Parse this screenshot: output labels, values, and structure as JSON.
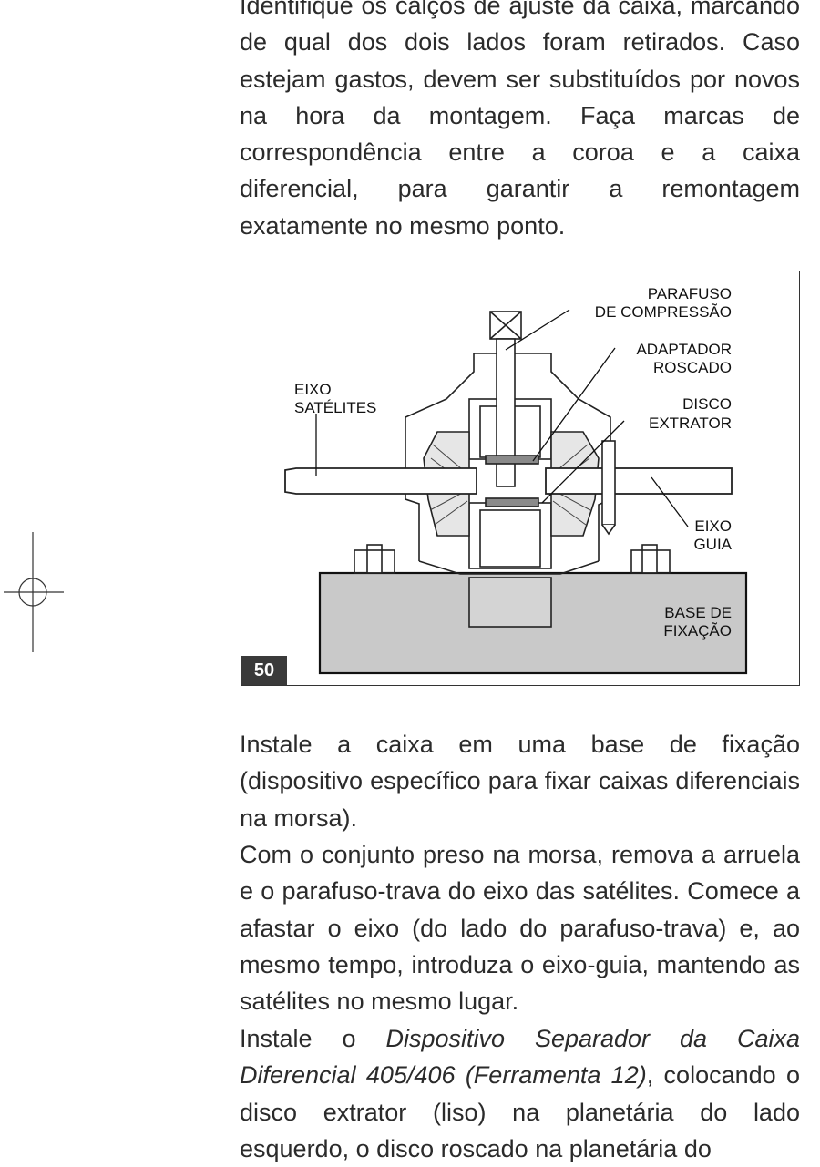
{
  "paragraphs": {
    "p1": "Identifique os calços de ajuste da caixa, marcando de qual dos dois lados foram retirados. Caso estejam gastos, devem ser substituídos por novos na hora da montagem. Faça marcas de correspondência entre a coroa e a caixa diferencial, para garantir a remontagem exatamente no mesmo ponto.",
    "p2": "Instale a caixa em uma base de fixação (dispositivo específico para fixar caixas diferenciais na morsa).",
    "p3": "Com o conjunto preso na morsa, remova a arruela e o parafuso-trava do eixo das satélites. Comece a afastar o eixo (do lado do parafuso-trava) e, ao mesmo tempo, introduza o eixo-guia, mantendo as satélites no mesmo lugar.",
    "p4_start": "Instale o ",
    "p4_tool": "Dispositivo Separador da Caixa Diferencial 405/406 (Ferramenta 12)",
    "p4_end": ", colocando o disco extrator (liso) na planetária do lado esquerdo, o disco roscado na planetária do"
  },
  "figure": {
    "number": "50",
    "labels": {
      "parafuso_1": "PARAFUSO",
      "parafuso_2": "DE COMPRESSÃO",
      "adaptador_1": "ADAPTADOR",
      "adaptador_2": "ROSCADO",
      "disco_1": "DISCO",
      "disco_2": "EXTRATOR",
      "eixo_sat_1": "EIXO",
      "eixo_sat_2": "SATÉLITES",
      "eixo_guia_1": "EIXO",
      "eixo_guia_2": "GUIA",
      "base_1": "BASE DE",
      "base_2": "FIXAÇÃO"
    },
    "colors": {
      "metal_gray": "#c9c9c9",
      "dark_gray": "#8a8a8a",
      "badge": "#3a3a3a"
    }
  }
}
